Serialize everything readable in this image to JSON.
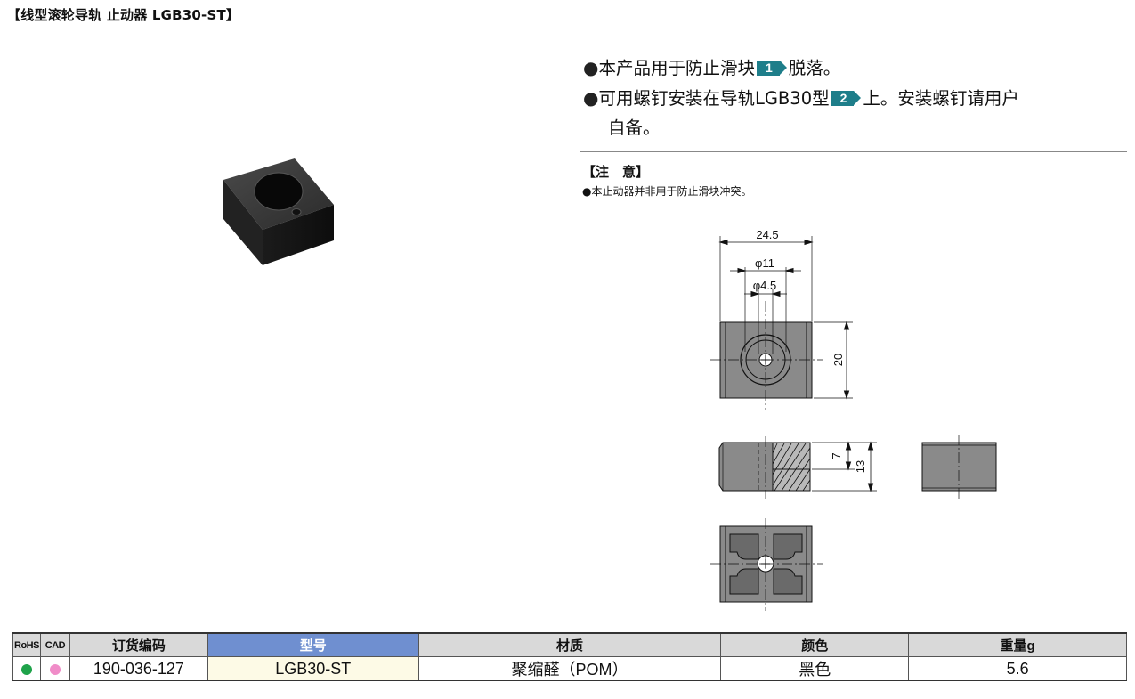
{
  "header": {
    "title": "【线型滚轮导轨 止动器 LGB30-ST】"
  },
  "features": [
    {
      "bullet": "●",
      "before": "本产品用于防止滑块",
      "badge": "1",
      "after": "脱落。"
    },
    {
      "bullet": "●",
      "before": "可用螺钉安装在导轨LGB30型",
      "badge": "2",
      "after": "上。安装螺钉请用户"
    },
    {
      "continuation": "自备。"
    }
  ],
  "note": {
    "heading": "【注　意】",
    "text": "●本止动器并非用于防止滑块冲突。"
  },
  "drawing": {
    "dims": {
      "width": "24.5",
      "bore": "φ11",
      "hole": "φ4.5",
      "depth": "20",
      "counterbore": "7",
      "height": "13"
    }
  },
  "colors": {
    "badge": "#1e7e8a",
    "model_header": "#6f8fd0",
    "model_cell": "#fdfae6",
    "rohs_dot": "#1fa34a",
    "cad_dot": "#f08cc8"
  },
  "table": {
    "headers": {
      "rohs": "RoHS",
      "cad": "CAD",
      "order_code": "订货编码",
      "model": "型号",
      "material": "材质",
      "color": "颜色",
      "weight": "重量g"
    },
    "rows": [
      {
        "rohs": "green-dot",
        "cad": "pink-dot",
        "order_code": "190-036-127",
        "model": "LGB30-ST",
        "material": "聚缩醛（POM）",
        "color": "黑色",
        "weight": "5.6"
      }
    ]
  }
}
